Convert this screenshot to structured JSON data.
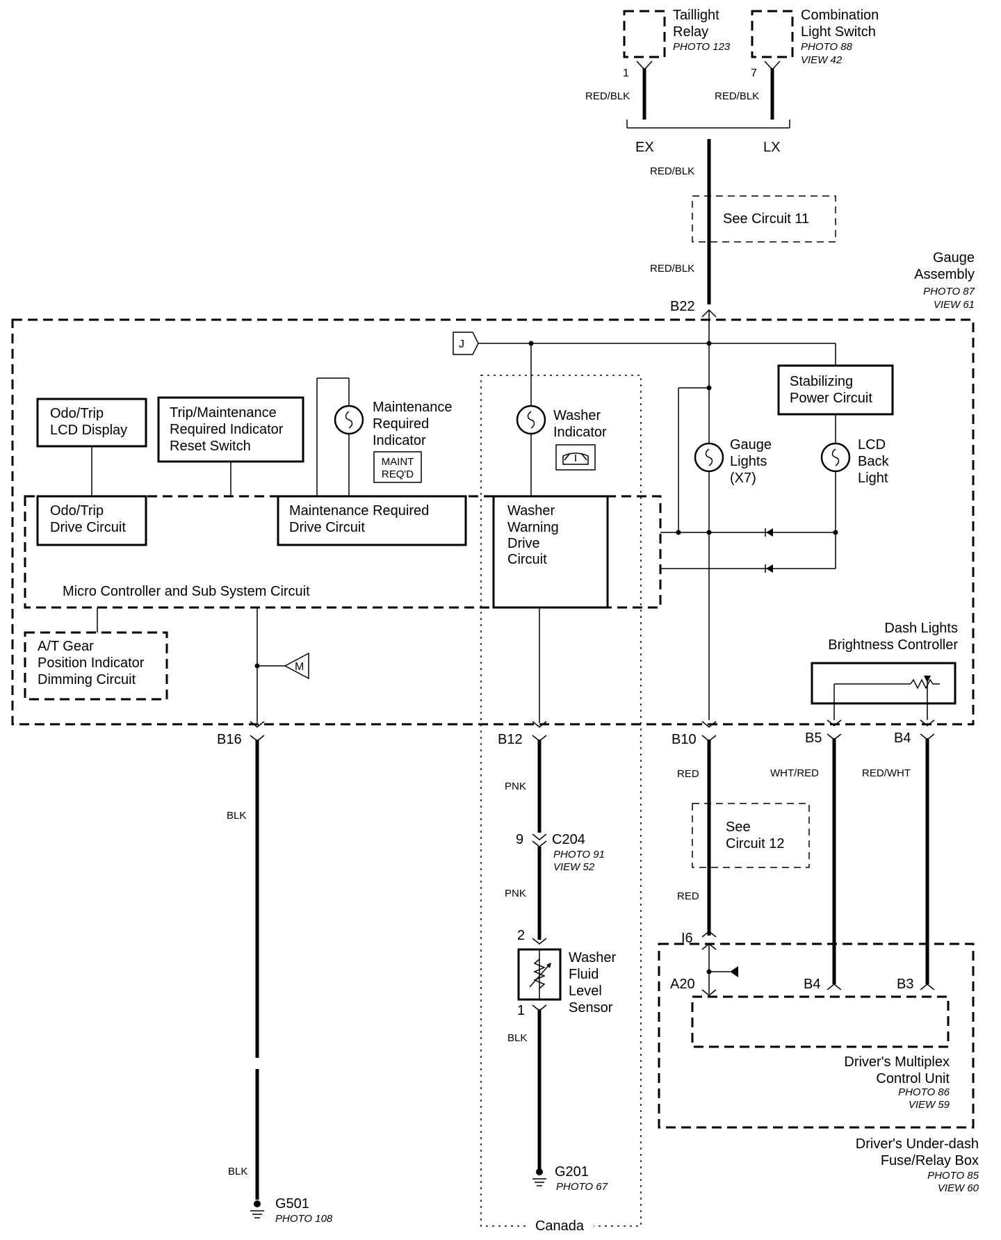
{
  "taillight_relay": {
    "line1": "Taillight",
    "line2": "Relay",
    "photo": "PHOTO 123",
    "pin": "1",
    "wire": "RED/BLK",
    "variant": "EX"
  },
  "combination_switch": {
    "line1": "Combination",
    "line2": "Light Switch",
    "photo": "PHOTO 88",
    "view": "VIEW 42",
    "pin": "7",
    "wire": "RED/BLK",
    "variant": "LX"
  },
  "main_feed": {
    "wire1": "RED/BLK",
    "see_circuit": "See Circuit 11",
    "wire2": "RED/BLK"
  },
  "gauge_assembly": {
    "line1": "Gauge",
    "line2": "Assembly",
    "photo": "PHOTO 87",
    "view": "VIEW 61",
    "pin_b22": "B22"
  },
  "junction_j": "J",
  "junction_m": "M",
  "blocks": {
    "odo_lcd": {
      "line1": "Odo/Trip",
      "line2": "LCD Display"
    },
    "trip_reset": {
      "line1": "Trip/Maintenance",
      "line2": "Required Indicator",
      "line3": "Reset Switch"
    },
    "maint_indicator": {
      "line1": "Maintenance",
      "line2": "Required",
      "line3": "Indicator",
      "tag1": "MAINT",
      "tag2": "REQ'D"
    },
    "washer_indicator": {
      "line1": "Washer",
      "line2": "Indicator"
    },
    "stabilizing": {
      "line1": "Stabilizing",
      "line2": "Power Circuit"
    },
    "gauge_lights": {
      "line1": "Gauge",
      "line2": "Lights",
      "line3": "(X7)"
    },
    "lcd_back": {
      "line1": "LCD",
      "line2": "Back",
      "line3": "Light"
    },
    "odo_drive": {
      "line1": "Odo/Trip",
      "line2": "Drive Circuit"
    },
    "maint_drive": {
      "line1": "Maintenance Required",
      "line2": "Drive Circuit"
    },
    "washer_drive": {
      "line1": "Washer",
      "line2": "Warning",
      "line3": "Drive",
      "line4": "Circuit"
    },
    "micro": "Micro Controller and Sub System Circuit",
    "at_gear": {
      "line1": "A/T Gear",
      "line2": "Position Indicator",
      "line3": "Dimming Circuit"
    },
    "dash_ctrl": {
      "line1": "Dash Lights",
      "line2": "Brightness Controller"
    }
  },
  "pins": {
    "b16": "B16",
    "b12": "B12",
    "b10": "B10",
    "b5": "B5",
    "b4": "B4"
  },
  "wires": {
    "b16": "BLK",
    "b16_lower": "BLK",
    "b12": "PNK",
    "b12_lower": "PNK",
    "b10": "RED",
    "b10_lower": "RED",
    "b5": "WHT/RED",
    "b4": "RED/WHT",
    "sensor_gnd": "BLK"
  },
  "c204": {
    "pin": "9",
    "name": "C204",
    "photo": "PHOTO 91",
    "view": "VIEW 52"
  },
  "see_circuit_12": {
    "line1": "See",
    "line2": "Circuit 12"
  },
  "sensor": {
    "pin_top": "2",
    "pin_bottom": "1",
    "line1": "Washer",
    "line2": "Fluid",
    "line3": "Level",
    "line4": "Sensor"
  },
  "g501": {
    "name": "G501",
    "photo": "PHOTO 108"
  },
  "g201": {
    "name": "G201",
    "photo": "PHOTO 67"
  },
  "canada": "Canada",
  "mpcu": {
    "pin_i6": "I6",
    "pin_a20": "A20",
    "pin_b4": "B4",
    "pin_b3": "B3",
    "line1": "Driver's Multiplex",
    "line2": "Control Unit",
    "photo": "PHOTO 86",
    "view": "VIEW 59"
  },
  "fuse_box": {
    "line1": "Driver's Under-dash",
    "line2": "Fuse/Relay Box",
    "photo": "PHOTO 85",
    "view": "VIEW 60"
  }
}
